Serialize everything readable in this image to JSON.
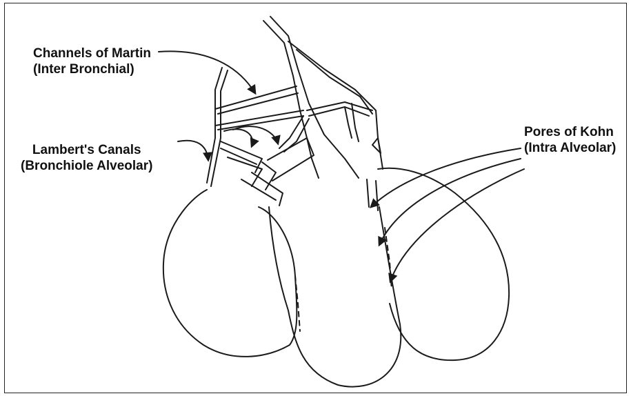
{
  "labels": {
    "martin": {
      "line1": "Channels of Martin",
      "line2": "(Inter Bronchial)"
    },
    "lambert": {
      "line1": "Lambert's Canals",
      "line2": "(Bronchiole Alveolar)"
    },
    "kohn": {
      "line1": "Pores of Kohn",
      "line2": "(Intra Alveolar)"
    }
  },
  "colors": {
    "line": "#1a1a1a",
    "background": "#ffffff"
  }
}
